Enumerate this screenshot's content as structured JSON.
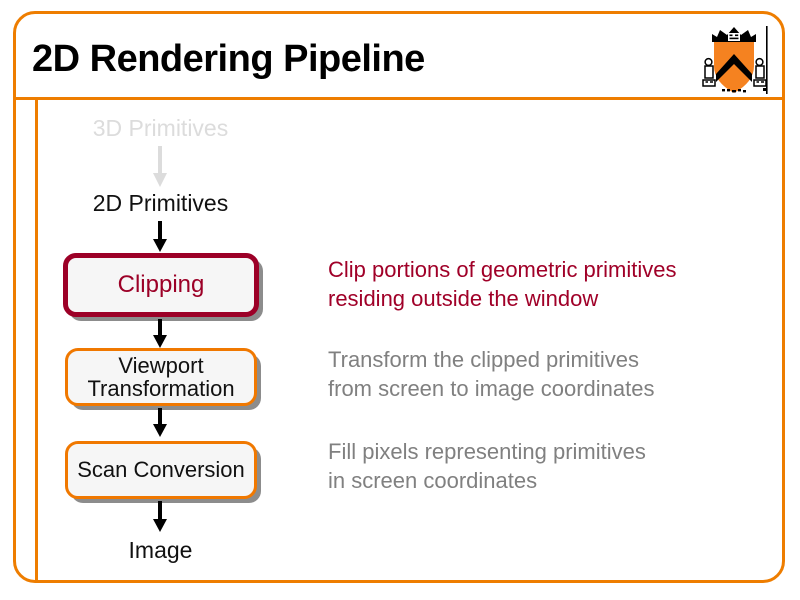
{
  "slide": {
    "title": "2D Rendering Pipeline",
    "logo_name": "princeton-shield-logo",
    "frame_color": "#ee7d00",
    "accent_color": "#a00028",
    "muted_color": "#808080",
    "faded_color": "#dcdcdc"
  },
  "pipeline": {
    "input_faded": "3D Primitives",
    "input_solid": "2D Primitives",
    "output": "Image",
    "stages": [
      {
        "label": "Clipping",
        "style": "highlight",
        "border_color": "#9c0027",
        "text_color": "#9c0027"
      },
      {
        "label": "Viewport\nTransformation",
        "style": "normal",
        "border_color": "#f07800",
        "text_color": "#111111"
      },
      {
        "label": "Scan\nConversion",
        "style": "normal",
        "border_color": "#f07800",
        "text_color": "#111111"
      }
    ]
  },
  "descriptions": [
    {
      "text": "Clip portions of geometric primitives\nresiding outside the window",
      "color": "#a00028",
      "emphasis": "accent"
    },
    {
      "text": "Transform the clipped primitives\nfrom screen to image coordinates",
      "color": "#808080",
      "emphasis": "muted"
    },
    {
      "text": "Fill pixels representing primitives\nin screen coordinates",
      "color": "#808080",
      "emphasis": "muted"
    }
  ]
}
